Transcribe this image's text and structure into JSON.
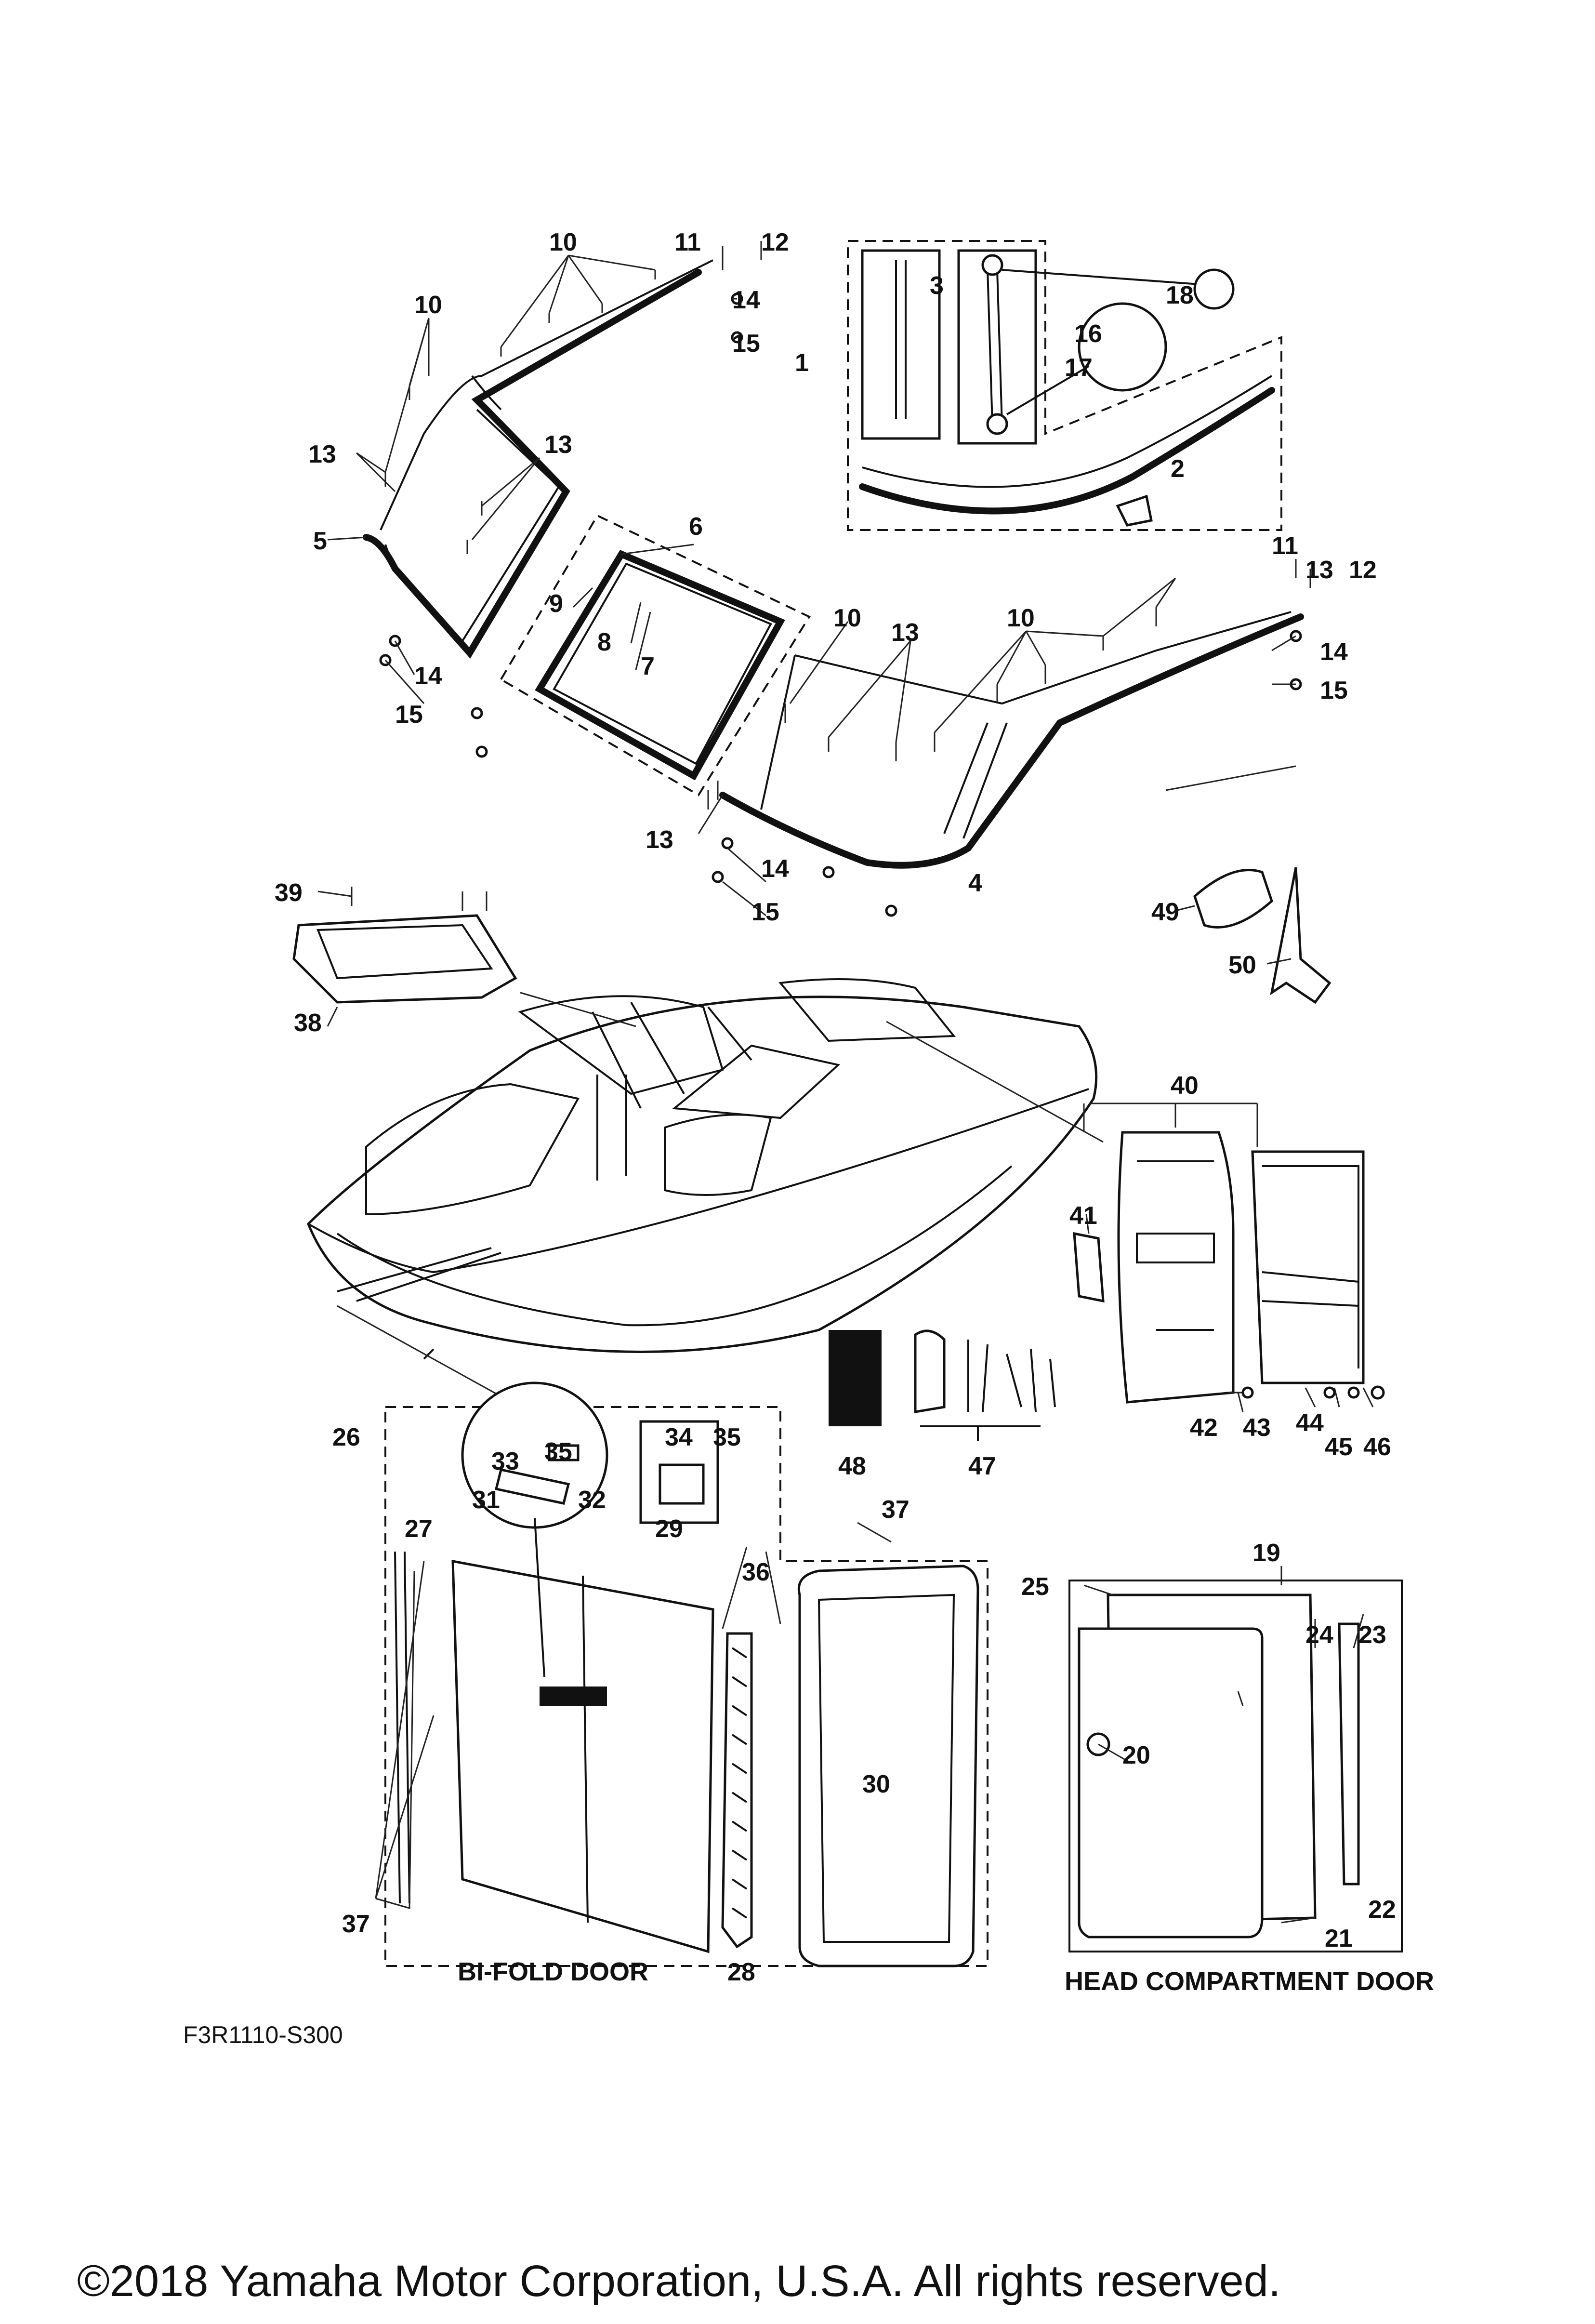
{
  "diagram": {
    "part_numbers": [
      "1",
      "2",
      "3",
      "4",
      "5",
      "6",
      "7",
      "8",
      "9",
      "10",
      "10",
      "10",
      "10",
      "11",
      "11",
      "12",
      "12",
      "13",
      "13",
      "13",
      "13",
      "13",
      "14",
      "14",
      "14",
      "14",
      "15",
      "15",
      "15",
      "15",
      "16",
      "17",
      "18",
      "19",
      "20",
      "21",
      "22",
      "23",
      "24",
      "25",
      "26",
      "27",
      "28",
      "29",
      "30",
      "31",
      "32",
      "33",
      "34",
      "35",
      "35",
      "36",
      "37",
      "37",
      "38",
      "39",
      "40",
      "41",
      "42",
      "43",
      "44",
      "45",
      "46",
      "47",
      "48",
      "49",
      "50"
    ],
    "labels": {
      "bi_fold_door": "BI-FOLD DOOR",
      "head_compartment_door": "HEAD COMPARTMENT DOOR"
    },
    "drawing_code": "F3R1110-S300",
    "copyright": "©2018 Yamaha Motor Corporation, U.S.A. All rights reserved."
  }
}
